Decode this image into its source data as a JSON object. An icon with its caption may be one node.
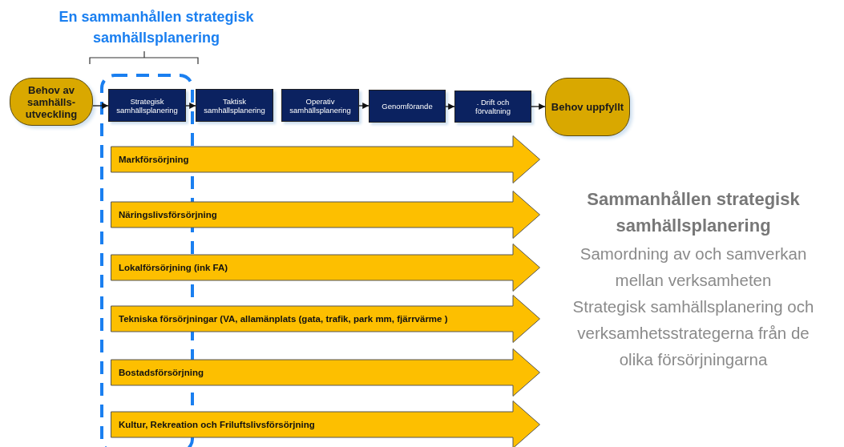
{
  "diagram": {
    "title": "En sammanhållen strategisk samhällsplanering",
    "nodes": [
      {
        "text": [
          "Behov av samhälls- utveckling"
        ]
      },
      {
        "text": [
          "Strategisk samhällsplanering"
        ]
      },
      {
        "text": [
          "Taktisk samhällsplanering"
        ]
      },
      {
        "text": [
          "Operativ samhällsplanering"
        ]
      },
      {
        "text": [
          "Genomförande"
        ]
      },
      {
        "text": [
          ". Drift och förvaltning"
        ]
      },
      {
        "text": [
          "Behov uppfyllt"
        ]
      },
      {
        "text": [
          "Markförsörjning"
        ]
      },
      {
        "text": [
          "Näringslivsförsörjning"
        ]
      },
      {
        "text": [
          "Lokalförsörjning (ink FA)"
        ]
      },
      {
        "text": [
          "Tekniska försörjningar (VA, allamänplats (gata, trafik, park mm, fjärrvärme )"
        ]
      },
      {
        "text": [
          "Bostadsförsörjning"
        ]
      },
      {
        "text": [
          "Kultur, Rekreation och Friluftslivsförsörjning"
        ]
      }
    ],
    "edges": [
      {
        "from": 0,
        "to": 1,
        "arrow": "to"
      },
      {
        "from": 1,
        "to": 2,
        "arrow": "to"
      },
      {
        "from": 3,
        "to": 4,
        "arrow": "to"
      },
      {
        "from": 4,
        "to": 5,
        "arrow": "to"
      },
      {
        "from": 5,
        "to": 6,
        "arrow": "to"
      }
    ],
    "labels": [
      "Sammanhållen strategisk samhällsplanering",
      "Samordning av och samverkan mellan verksamheten",
      "Strategisk samhällsplanering och verksamhetsstrategerna från de olika försörjningarna"
    ]
  }
}
